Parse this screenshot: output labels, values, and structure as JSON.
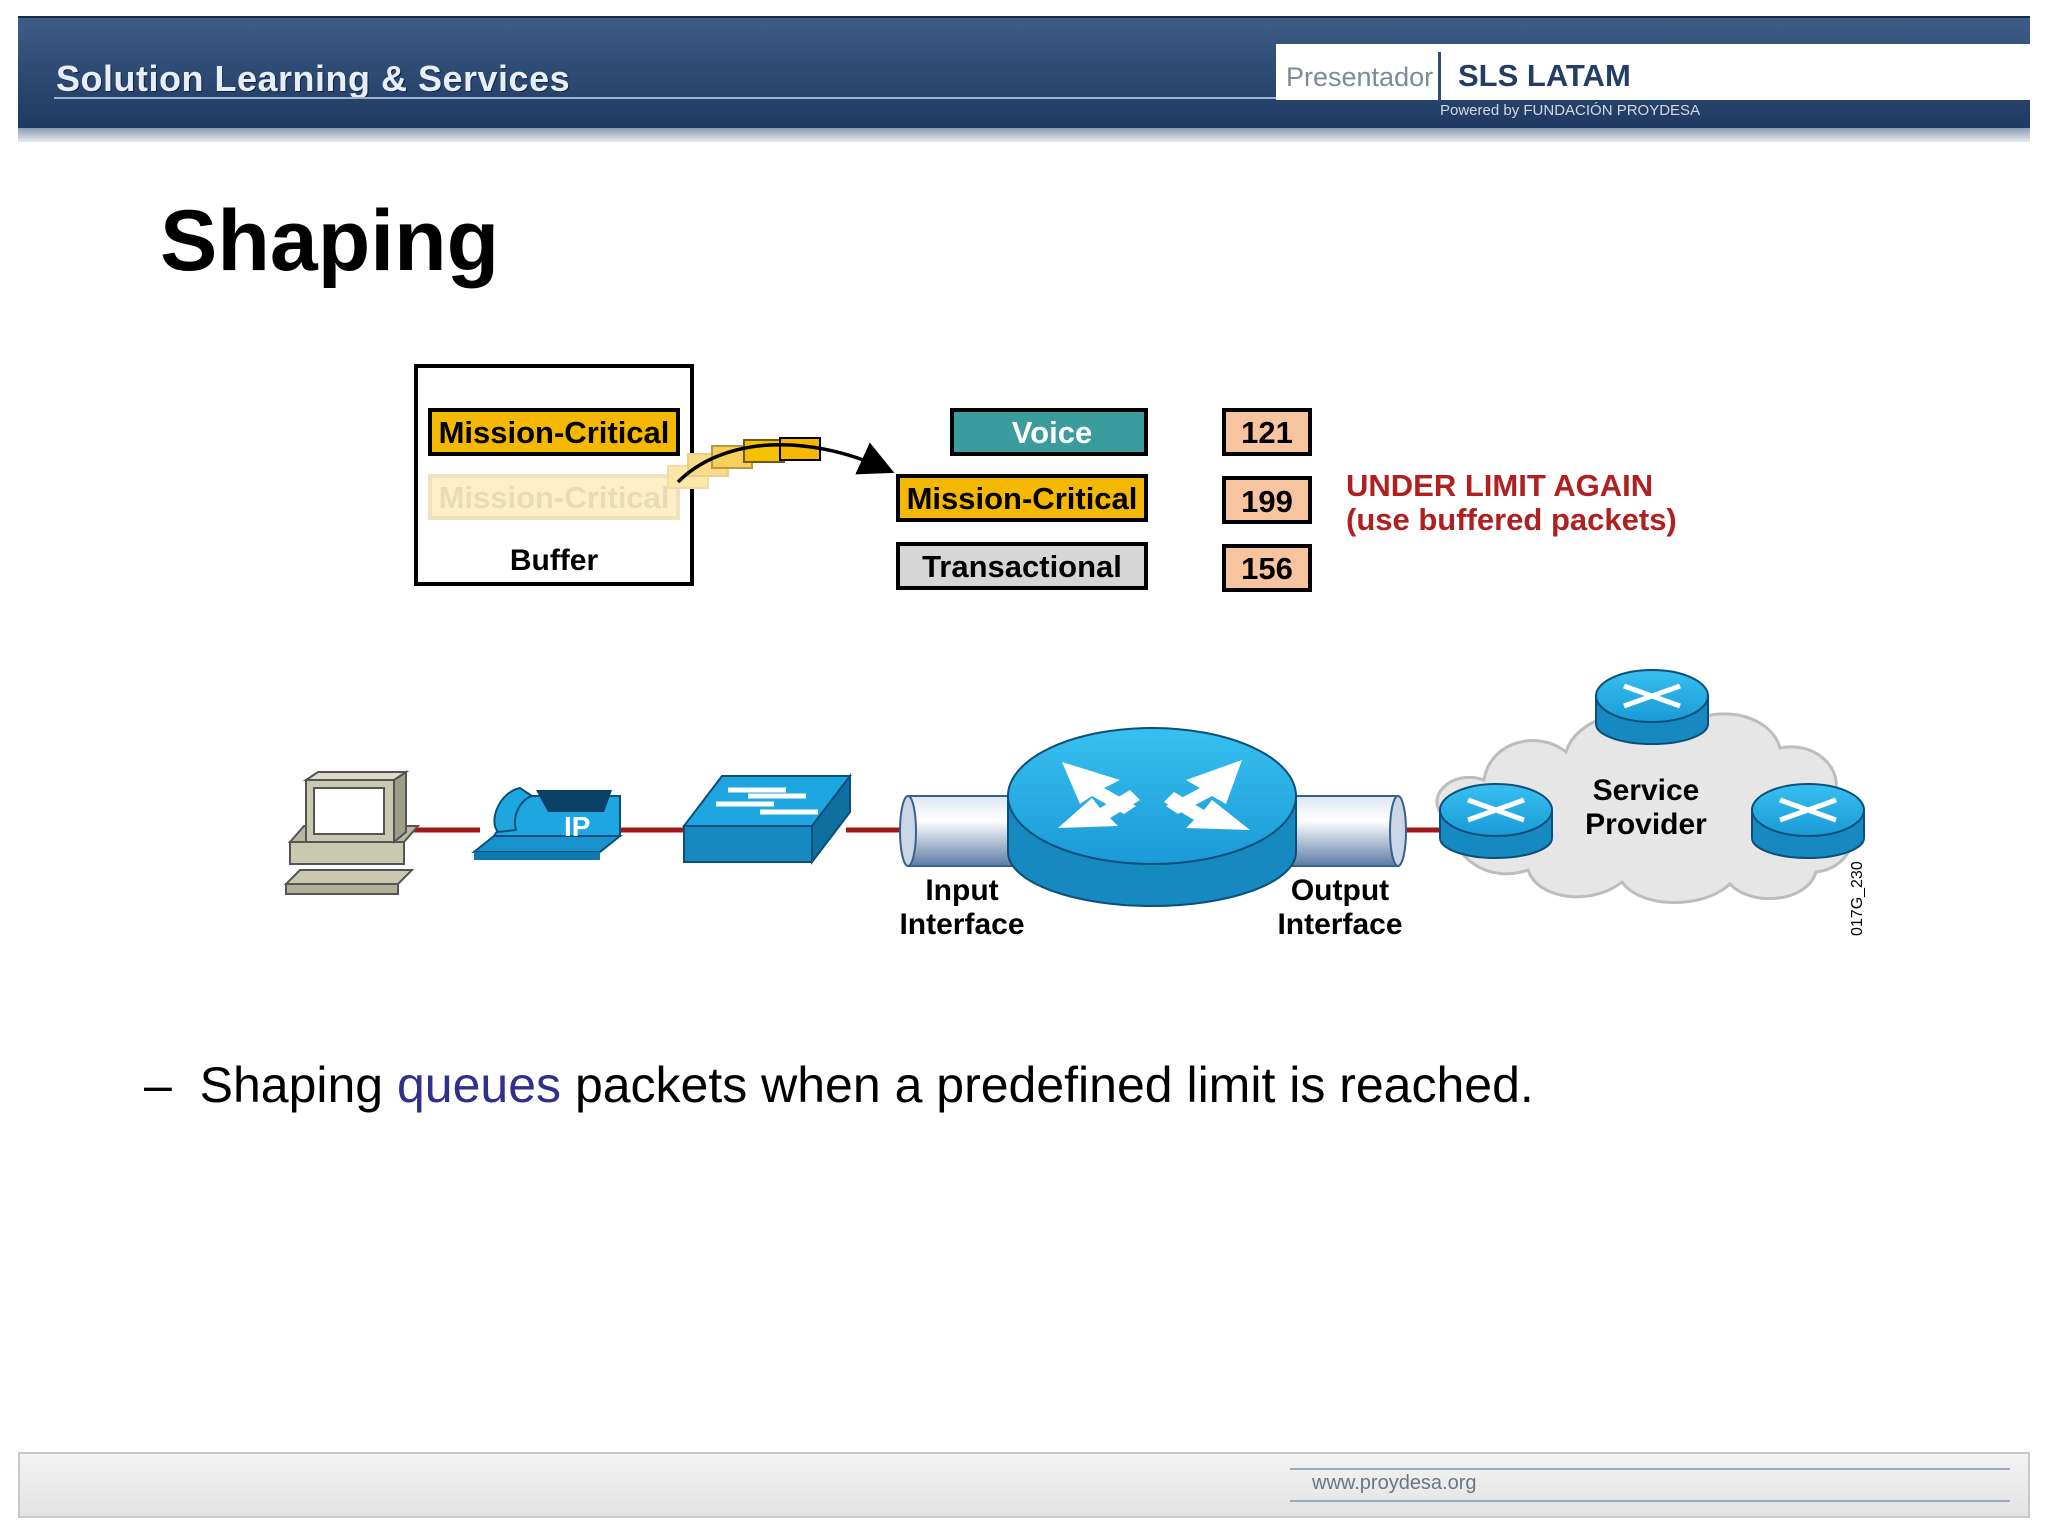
{
  "header": {
    "title": "Solution Learning & Services",
    "presenter_label": "Presentador",
    "brand": "SLS LATAM",
    "powered_by": "Powered by FUNDACIÓN PROYDESA",
    "colors": {
      "band": "#2f4c75",
      "text": "#e8eef6"
    }
  },
  "slide": {
    "title": "Shaping"
  },
  "diagram": {
    "buffer": {
      "label": "Buffer",
      "packets": [
        "Mission-Critical",
        "Mission-Critical"
      ]
    },
    "queues": [
      {
        "label": "Voice",
        "count": "121",
        "color": "#3a9c9c"
      },
      {
        "label": "Mission-Critical",
        "count": "199",
        "color": "#f5b800"
      },
      {
        "label": "Transactional",
        "count": "156",
        "color": "#d6d6d6"
      }
    ],
    "status": {
      "line1": "UNDER LIMIT AGAIN",
      "line2": "(use buffered packets)",
      "color": "#b02020"
    },
    "network": {
      "input_interface": [
        "Input",
        "Interface"
      ],
      "output_interface": [
        "Output",
        "Interface"
      ],
      "cloud_label": [
        "Service",
        "Provider"
      ],
      "phone_text": "IP",
      "figure_id": "017G_230",
      "icons": [
        "pc-icon",
        "ip-phone-icon",
        "switch-icon",
        "router-icon",
        "cloud-icon"
      ],
      "link_color": "#a01818",
      "device_color": "#1ea6e0"
    }
  },
  "bullet": {
    "dash": "–",
    "before": "Shaping ",
    "highlight": "queues",
    "after": " packets when a predefined limit is reached."
  },
  "footer": {
    "url": "www.proydesa.org"
  }
}
